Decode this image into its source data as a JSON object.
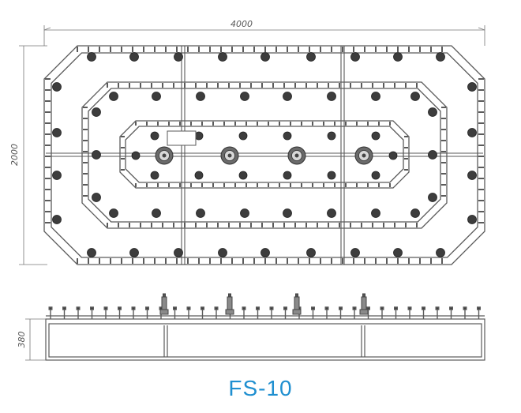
{
  "drawing": {
    "width_dimension": "4000",
    "height_dimension": "2000",
    "side_height_dimension": "380",
    "model_name": "FS-10"
  },
  "colors": {
    "line": "#5a5a5a",
    "nozzle_fill": "#3d3d3d",
    "nozzle_stroke": "#222222",
    "model_text": "#1f8fd0"
  },
  "nozzle_icon": "water-jet-nozzle-icon",
  "large_nozzle_icon": "large-center-jet-icon"
}
